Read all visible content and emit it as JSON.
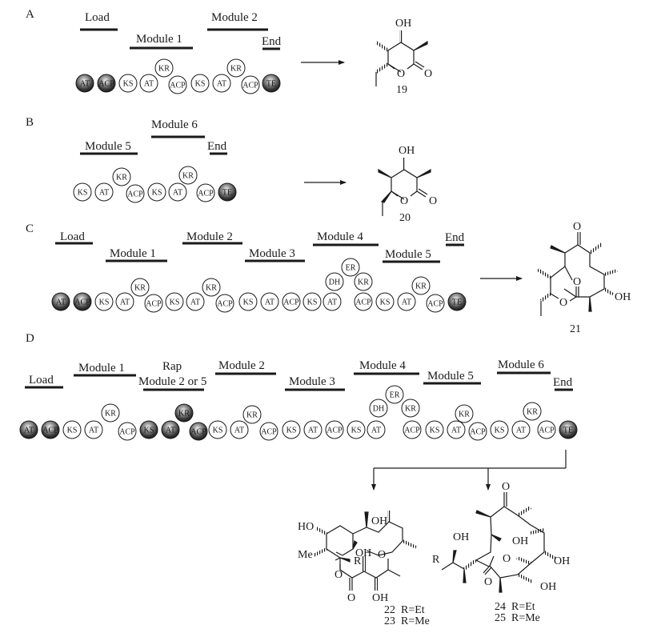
{
  "figure": {
    "panels": [
      {
        "id": "A",
        "label": "A",
        "modules": [
          {
            "name": "Load",
            "row": 0
          },
          {
            "name": "Module 1",
            "row": 1
          },
          {
            "name": "Module 2",
            "row": 0
          },
          {
            "name": "End",
            "row": 1
          }
        ],
        "domains": [
          {
            "name": "AT",
            "dark": true,
            "tier": 0
          },
          {
            "name": "ACP",
            "dark": true,
            "tier": 0
          },
          {
            "name": "KS",
            "dark": false,
            "tier": 0
          },
          {
            "name": "AT",
            "dark": false,
            "tier": 0
          },
          {
            "name": "KR",
            "dark": false,
            "tier": 1
          },
          {
            "name": "ACP",
            "dark": false,
            "tier": 0
          },
          {
            "name": "KS",
            "dark": false,
            "tier": 0
          },
          {
            "name": "AT",
            "dark": false,
            "tier": 0
          },
          {
            "name": "KR",
            "dark": false,
            "tier": 1
          },
          {
            "name": "ACP",
            "dark": false,
            "tier": 0
          },
          {
            "name": "TE",
            "dark": true,
            "tier": 0
          }
        ],
        "product": {
          "compound": "19",
          "hydroxyl_label": "OH",
          "ring_oxygen": "O",
          "carbonyl_oxygen": "O"
        }
      },
      {
        "id": "B",
        "label": "B",
        "modules": [
          {
            "name": "Module 5",
            "row": 1
          },
          {
            "name": "Module 6",
            "row": 0
          },
          {
            "name": "End",
            "row": 1
          }
        ],
        "domains": [
          {
            "name": "KS",
            "dark": false,
            "tier": 0
          },
          {
            "name": "AT",
            "dark": false,
            "tier": 0
          },
          {
            "name": "KR",
            "dark": false,
            "tier": 1
          },
          {
            "name": "ACP",
            "dark": false,
            "tier": 0
          },
          {
            "name": "KS",
            "dark": false,
            "tier": 0
          },
          {
            "name": "AT",
            "dark": false,
            "tier": 0
          },
          {
            "name": "KR",
            "dark": false,
            "tier": 1
          },
          {
            "name": "ACP",
            "dark": false,
            "tier": 0
          },
          {
            "name": "TE",
            "dark": true,
            "tier": 0
          }
        ],
        "product": {
          "compound": "20",
          "hydroxyl_label": "OH",
          "ring_oxygen": "O",
          "carbonyl_oxygen": "O"
        }
      },
      {
        "id": "C",
        "label": "C",
        "modules": [
          {
            "name": "Load",
            "row": 0
          },
          {
            "name": "Module 1",
            "row": 1
          },
          {
            "name": "Module 2",
            "row": 0
          },
          {
            "name": "Module 3",
            "row": 1
          },
          {
            "name": "Module 4",
            "row": 0
          },
          {
            "name": "Module 5",
            "row": 1
          },
          {
            "name": "End",
            "row": 0
          }
        ],
        "domains": [
          {
            "name": "AT",
            "dark": true
          },
          {
            "name": "ACP",
            "dark": true
          },
          {
            "name": "KS",
            "dark": false
          },
          {
            "name": "AT",
            "dark": false
          },
          {
            "name": "KR",
            "dark": false
          },
          {
            "name": "ACP",
            "dark": false
          },
          {
            "name": "KS",
            "dark": false
          },
          {
            "name": "AT",
            "dark": false
          },
          {
            "name": "KR",
            "dark": false
          },
          {
            "name": "ACP",
            "dark": false
          },
          {
            "name": "KS",
            "dark": false
          },
          {
            "name": "AT",
            "dark": false
          },
          {
            "name": "ACP",
            "dark": false
          },
          {
            "name": "KS",
            "dark": false
          },
          {
            "name": "AT",
            "dark": false
          },
          {
            "name": "DH",
            "dark": false
          },
          {
            "name": "ER",
            "dark": false
          },
          {
            "name": "KR",
            "dark": false
          },
          {
            "name": "ACP",
            "dark": false
          },
          {
            "name": "KS",
            "dark": false
          },
          {
            "name": "AT",
            "dark": false
          },
          {
            "name": "KR",
            "dark": false
          },
          {
            "name": "ACP",
            "dark": false
          },
          {
            "name": "TE",
            "dark": true
          }
        ],
        "product": {
          "compound": "21",
          "hydroxyl_label": "OH",
          "ketone_oxygen": "O",
          "ring_oxygen": "O",
          "carbonyl_oxygen": "O"
        }
      },
      {
        "id": "D",
        "label": "D",
        "modules": [
          {
            "name": "Load",
            "row": 1
          },
          {
            "name": "Module 1",
            "row": 0
          },
          {
            "name": "Rap",
            "row": -1
          },
          {
            "name": "Module 2 or 5",
            "row": 1
          },
          {
            "name": "Module 2",
            "row": 0
          },
          {
            "name": "Module 3",
            "row": 1
          },
          {
            "name": "Module 4",
            "row": 0
          },
          {
            "name": "Module 5",
            "row": 1
          },
          {
            "name": "Module 6",
            "row": 0
          },
          {
            "name": "End",
            "row": 1
          }
        ],
        "domains": [
          {
            "name": "AT",
            "dark": true
          },
          {
            "name": "ACP",
            "dark": true
          },
          {
            "name": "KS",
            "dark": false
          },
          {
            "name": "AT",
            "dark": false
          },
          {
            "name": "KR",
            "dark": false
          },
          {
            "name": "ACP",
            "dark": false
          },
          {
            "name": "KS",
            "dark": true
          },
          {
            "name": "AT",
            "dark": true
          },
          {
            "name": "KR",
            "dark": true
          },
          {
            "name": "ACP",
            "dark": true
          },
          {
            "name": "KS",
            "dark": false
          },
          {
            "name": "AT",
            "dark": false
          },
          {
            "name": "KR",
            "dark": false
          },
          {
            "name": "ACP",
            "dark": false
          },
          {
            "name": "KS",
            "dark": false
          },
          {
            "name": "AT",
            "dark": false
          },
          {
            "name": "ACP",
            "dark": false
          },
          {
            "name": "KS",
            "dark": false
          },
          {
            "name": "AT",
            "dark": false
          },
          {
            "name": "DH",
            "dark": false
          },
          {
            "name": "ER",
            "dark": false
          },
          {
            "name": "KR",
            "dark": false
          },
          {
            "name": "ACP",
            "dark": false
          },
          {
            "name": "KS",
            "dark": false
          },
          {
            "name": "AT",
            "dark": false
          },
          {
            "name": "KR",
            "dark": false
          },
          {
            "name": "ACP",
            "dark": false
          },
          {
            "name": "KS",
            "dark": false
          },
          {
            "name": "AT",
            "dark": false
          },
          {
            "name": "KR",
            "dark": false
          },
          {
            "name": "ACP",
            "dark": false
          },
          {
            "name": "TE",
            "dark": true
          }
        ],
        "products": [
          {
            "compounds": [
              "22",
              "23"
            ],
            "line1": "22  R=Et",
            "line2": "23  R=Me",
            "atom_labels": {
              "ho": "HO",
              "me": "Me",
              "r": "R",
              "oh_top": "OH",
              "oh_mid": "OH",
              "o_ring": "O",
              "o_ester": "O",
              "o_carbonyl": "O",
              "oh_bottom": "OH"
            }
          },
          {
            "compounds": [
              "24",
              "25"
            ],
            "line1": "24  R=Et",
            "line2": "25  R=Me",
            "atom_labels": {
              "r": "R",
              "oh_side": "OH",
              "o_ketone": "O",
              "oh_ring": "OH",
              "o_ring": "O",
              "oh_right": "OH",
              "oh_lower": "OH",
              "o_carbonyl": "O"
            }
          }
        ]
      }
    ]
  }
}
